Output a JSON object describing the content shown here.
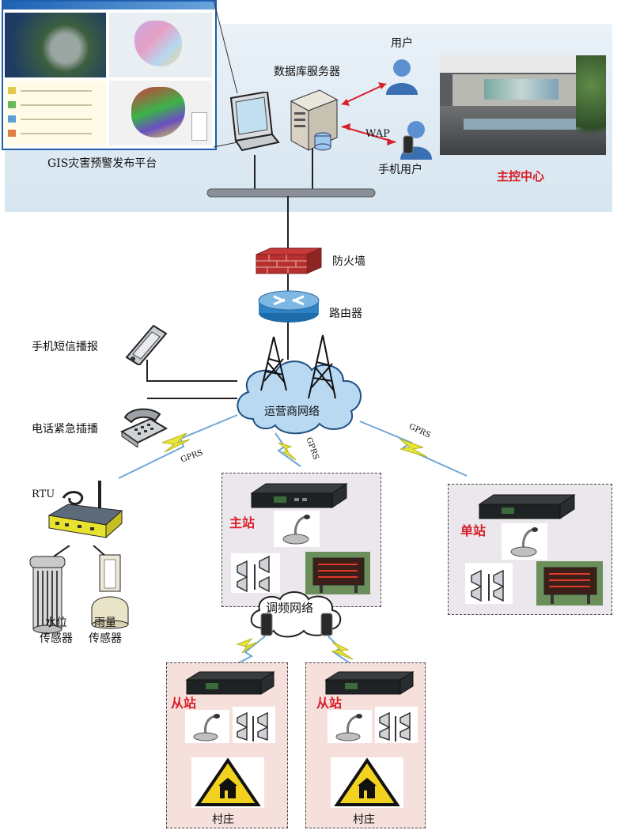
{
  "top": {
    "gis_platform_label": "GIS灾害预警发布平台",
    "db_server_label": "数据库服务器",
    "user_label": "用户",
    "wap_label": "WAP",
    "mobile_user_label": "手机用户",
    "control_center_label": "主控中心"
  },
  "network": {
    "firewall_label": "防火墙",
    "router_label": "路由器",
    "sms_label": "手机短信播报",
    "phone_label": "电话紧急插播",
    "carrier_label": "运营商网络",
    "gprs_labels": [
      "GPRS",
      "GPRS",
      "GPRS"
    ]
  },
  "rtu": {
    "rtu_label": "RTU",
    "water_sensor_label": [
      "水位",
      "传感器"
    ],
    "rain_sensor_label": [
      "雨量",
      "传感器"
    ]
  },
  "stations": {
    "main_label": "主站",
    "single_label": "单站",
    "fm_network_label": "调频网络",
    "slave_label": "从站",
    "village_label": "村庄"
  },
  "colors": {
    "accent_red": "#d8202a",
    "link_blue": "#6fa7d8",
    "bolt_yellow": "#e8e63a"
  }
}
